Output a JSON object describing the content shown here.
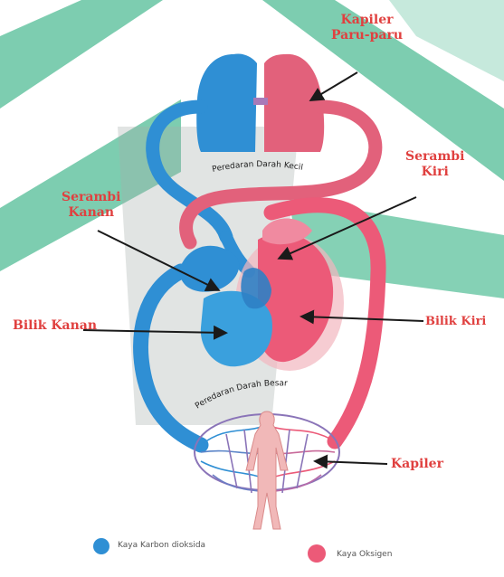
{
  "labels": {
    "kapiler_paru_line1": "Kapiler",
    "kapiler_paru_line2": "Paru-paru",
    "serambi_kiri_line1": "Serambi",
    "serambi_kiri_line2": "Kiri",
    "serambi_kanan_line1": "Serambi",
    "serambi_kanan_line2": "Kanan",
    "bilik_kanan": "Bilik Kanan",
    "bilik_kiri": "Bilik Kiri",
    "kapiler": "Kapiler",
    "peredaran_kecil": "Peredaran Darah Kecil",
    "peredaran_besar": "Peredaran Darah Besar"
  },
  "legend": {
    "blue_label": "Kaya Karbon dioksida",
    "red_label": "Kaya Oksigen"
  },
  "colors": {
    "oxygen_poor": "#2f8fd4",
    "oxygen_rich": "#ec5a78",
    "watermark": "#3fb58a",
    "label": "#e0403f"
  }
}
